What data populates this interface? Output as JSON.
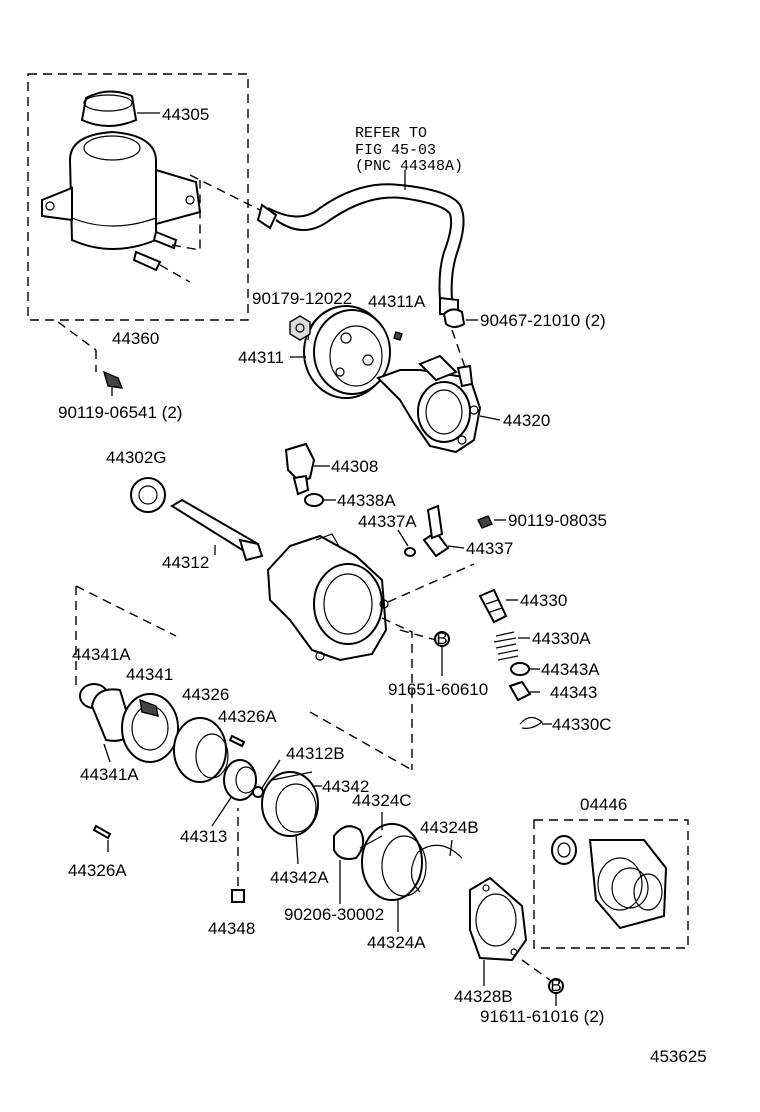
{
  "diagram": {
    "note_lines": [
      "REFER TO",
      "FIG 45-03",
      "(PNC 44348A)"
    ],
    "figure_number": "453625",
    "labels": {
      "p44305": "44305",
      "p44360": "44360",
      "p90179": "90179-12022",
      "p44311A": "44311A",
      "p90467": "90467-21010 (2)",
      "p44311": "44311",
      "p44320": "44320",
      "p90119_06541": "90119-06541 (2)",
      "p44302G": "44302G",
      "p44308": "44308",
      "p44338A": "44338A",
      "p44337A": "44337A",
      "p90119_08035": "90119-08035",
      "p44337": "44337",
      "p44312": "44312",
      "p44330": "44330",
      "p44330A": "44330A",
      "p44343A": "44343A",
      "p44343": "44343",
      "p44330C": "44330C",
      "p91651": "91651-60610",
      "p44341A_top": "44341A",
      "p44341": "44341",
      "p44326": "44326",
      "p44326A_top": "44326A",
      "p44341A_bottom": "44341A",
      "p44312B": "44312B",
      "p44342": "44342",
      "p44313": "44313",
      "p44324C": "44324C",
      "p44324B": "44324B",
      "p04446": "04446",
      "p44326A_bottom": "44326A",
      "p44342A": "44342A",
      "p90206": "90206-30002",
      "p44324A": "44324A",
      "p44348": "44348",
      "p44328B": "44328B",
      "p91611": "91611-61016 (2)"
    },
    "bolt_marker": "B"
  }
}
